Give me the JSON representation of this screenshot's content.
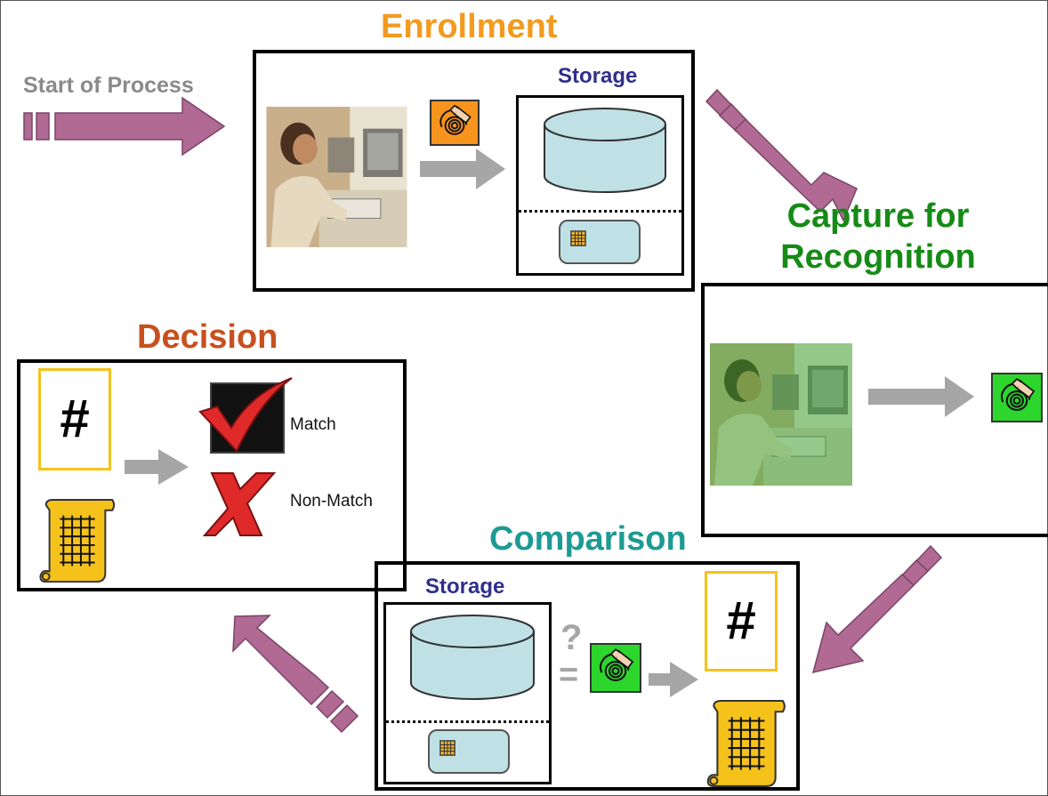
{
  "start": {
    "label": "Start of Process"
  },
  "enrollment": {
    "title": "Enrollment",
    "storage_title": "Storage"
  },
  "capture": {
    "title_line1": "Capture for",
    "title_line2": "Recognition"
  },
  "decision": {
    "title": "Decision",
    "hash": "#",
    "match_label": "Match",
    "nonmatch_label": "Non-Match"
  },
  "comparison": {
    "title": "Comparison",
    "storage_title": "Storage",
    "question": "?",
    "equals": "=",
    "hash": "#"
  },
  "colors": {
    "arrow": "#b06a94",
    "gray_arrow": "#a6a6a6",
    "enrollment_title": "#f39a1f",
    "capture_title": "#168a16",
    "decision_title": "#c8501e",
    "comparison_title": "#1e9a94",
    "storage_title": "#2f2f8c",
    "start_label": "#8a8a8a",
    "cylinder": "#bfe1e6",
    "fingerprint_orange": "#f7941d",
    "fingerprint_green": "#2cd62c",
    "scroll": "#f5c21c"
  },
  "icons": [
    "fingerprint-icon",
    "database-cylinder-icon",
    "smart-card-icon",
    "checkmark-icon",
    "x-mark-icon",
    "scroll-template-icon",
    "user-at-computer-photo"
  ]
}
